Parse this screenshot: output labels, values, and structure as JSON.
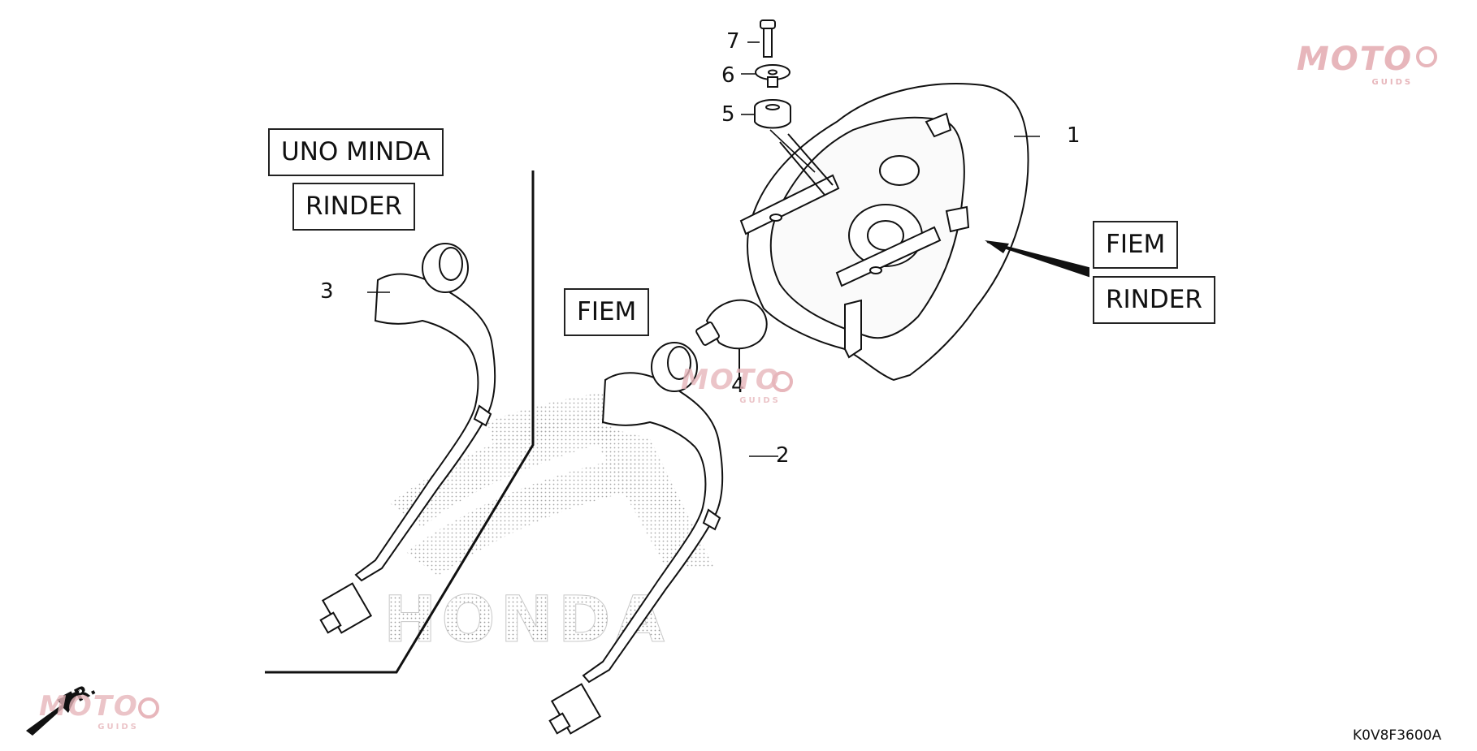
{
  "suppliers": {
    "top_left_1": "UNO MINDA",
    "top_left_2": "RINDER",
    "middle": "FIEM",
    "right_1": "FIEM",
    "right_2": "RINDER"
  },
  "callouts": [
    "1",
    "2",
    "3",
    "4",
    "5",
    "6",
    "7"
  ],
  "diagram_code": "K0V8F3600A",
  "direction_label": "FR.",
  "watermark": {
    "main": "MOTO",
    "sub": "GUIDS"
  },
  "background_logo": "HONDA",
  "colors": {
    "line": "#111111",
    "watermark": "#e7b6bb",
    "dots": "#9a9a9a"
  }
}
